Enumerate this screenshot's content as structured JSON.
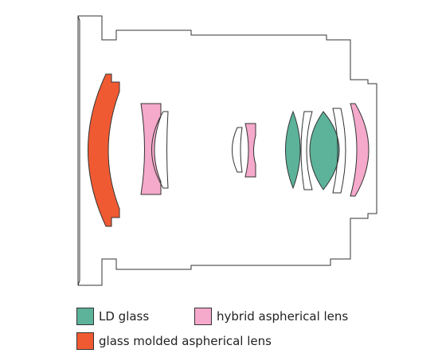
{
  "colors": {
    "ld_glass": "#5cb39a",
    "hybrid_aspherical": "#f5a9cb",
    "glass_molded_aspherical": "#f05a32",
    "outline": "#333333"
  },
  "legend": {
    "ld_glass": "LD glass",
    "hybrid_aspherical": "hybrid aspherical lens",
    "glass_molded_aspherical": "glass molded aspherical lens"
  }
}
